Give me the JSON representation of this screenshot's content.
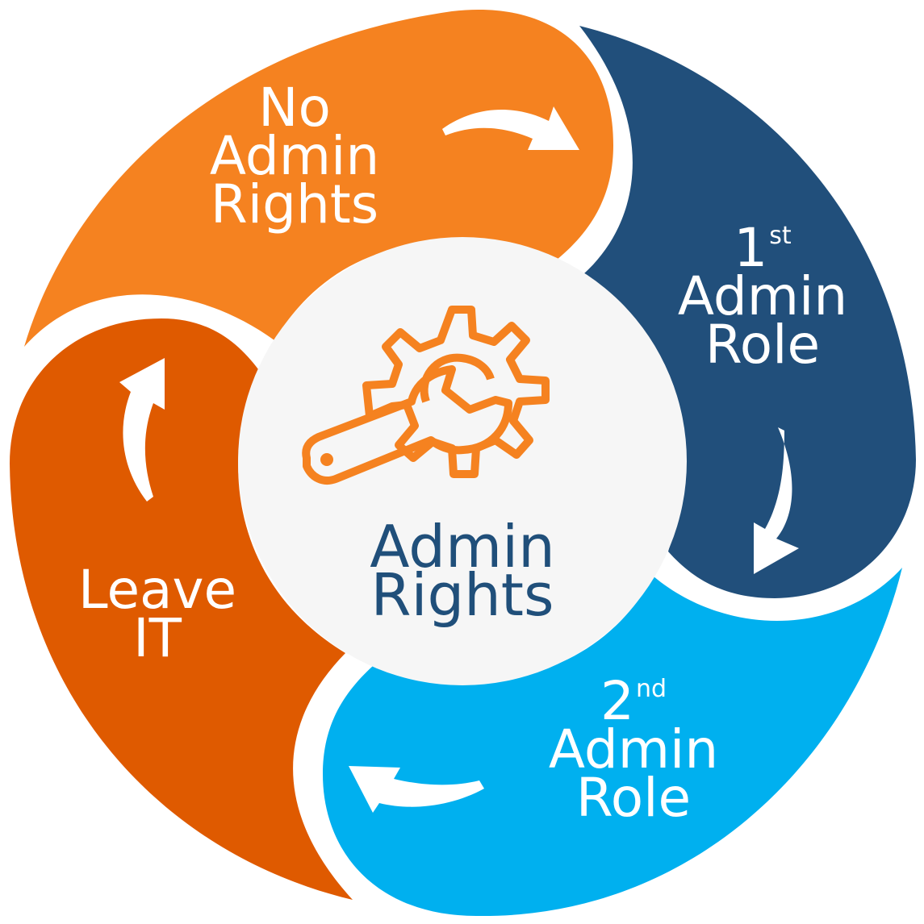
{
  "center": {
    "title_line1": "Admin",
    "title_line2": "Rights",
    "icon": "gear-wrench-icon"
  },
  "segments": [
    {
      "id": "no-admin",
      "line1": "No",
      "line2": "Admin",
      "line3": "Rights",
      "color": "#f58220"
    },
    {
      "id": "first-role",
      "line1_main": "1",
      "line1_sup": "st",
      "line2": "Admin",
      "line3": "Role",
      "color": "#214f7b"
    },
    {
      "id": "second-role",
      "line1_main": "2",
      "line1_sup": "nd",
      "line2": "Admin",
      "line3": "Role",
      "color": "#00b0ef"
    },
    {
      "id": "leave",
      "line1": "Leave",
      "line2": "IT",
      "color": "#df5a00"
    }
  ],
  "colors": {
    "center_bg": "#f6f6f6",
    "center_text": "#204f7a",
    "icon": "#f58220",
    "arrow": "#ffffff"
  }
}
